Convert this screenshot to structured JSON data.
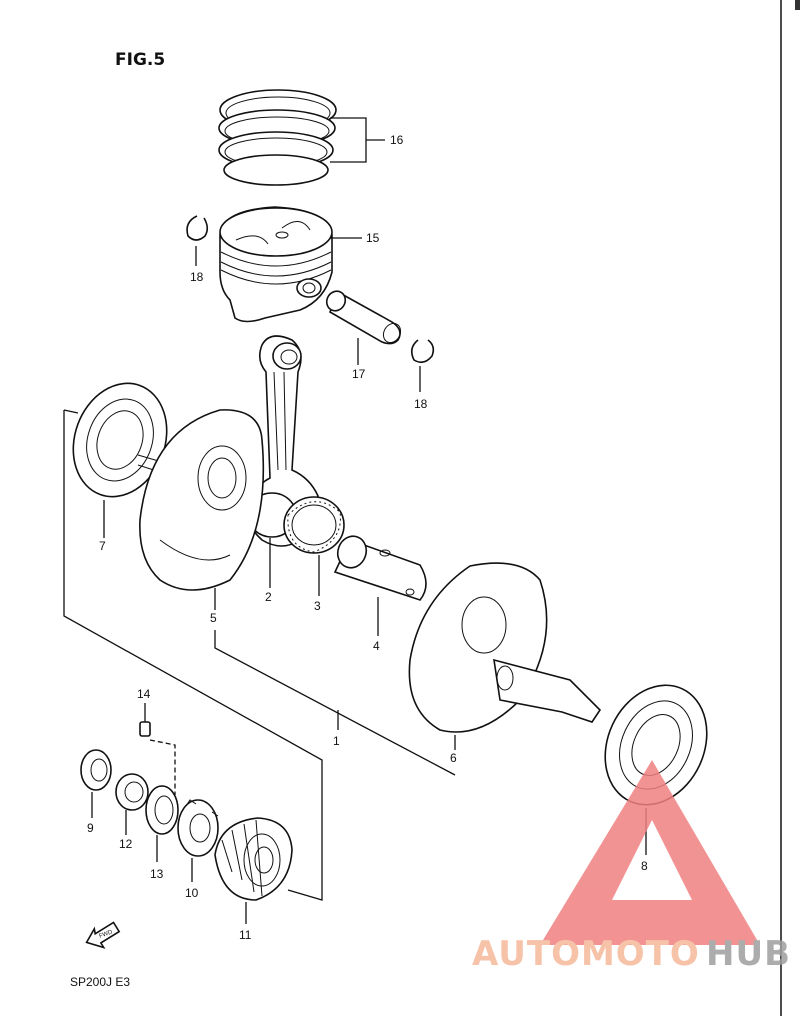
{
  "figure": {
    "title": "FIG.5",
    "model_code": "SP200J  E3",
    "fwd_label": "FWD"
  },
  "callouts": [
    "1",
    "2",
    "3",
    "4",
    "5",
    "6",
    "7",
    "8",
    "9",
    "10",
    "11",
    "12",
    "13",
    "14",
    "15",
    "16",
    "17",
    "18",
    "18"
  ],
  "watermark": {
    "text_a": "AUTOMOTO",
    "text_b": "HUB",
    "color_a": "#f5b89a",
    "color_b": "#9e9e9e",
    "triangle_color": "#f08080"
  }
}
